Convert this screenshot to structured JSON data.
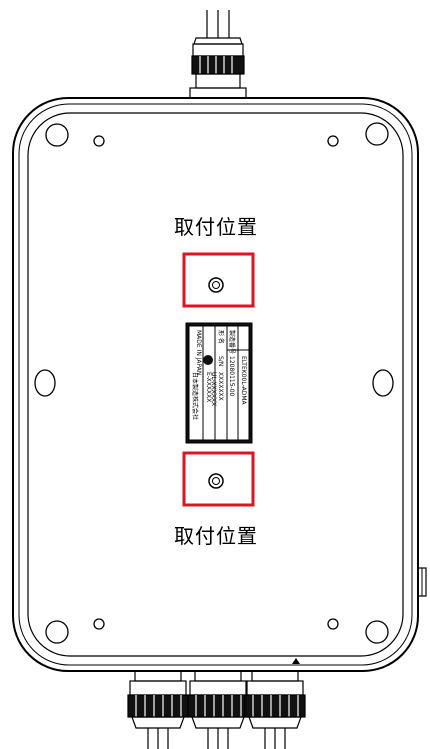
{
  "annotations": {
    "top_label": "取付位置",
    "bottom_label": "取付位置",
    "highlight_color": "#e0141e"
  },
  "nameplate": {
    "lines": [
      "形 名",
      "ELTEK00L-ADMA",
      "製造番号",
      "12080115-00",
      "S/N",
      "XXXXXXX",
      "UL-XXXXXX",
      "E-XXXXXX",
      "MADE IN JAPAN",
      "日本製造株式会社"
    ]
  }
}
